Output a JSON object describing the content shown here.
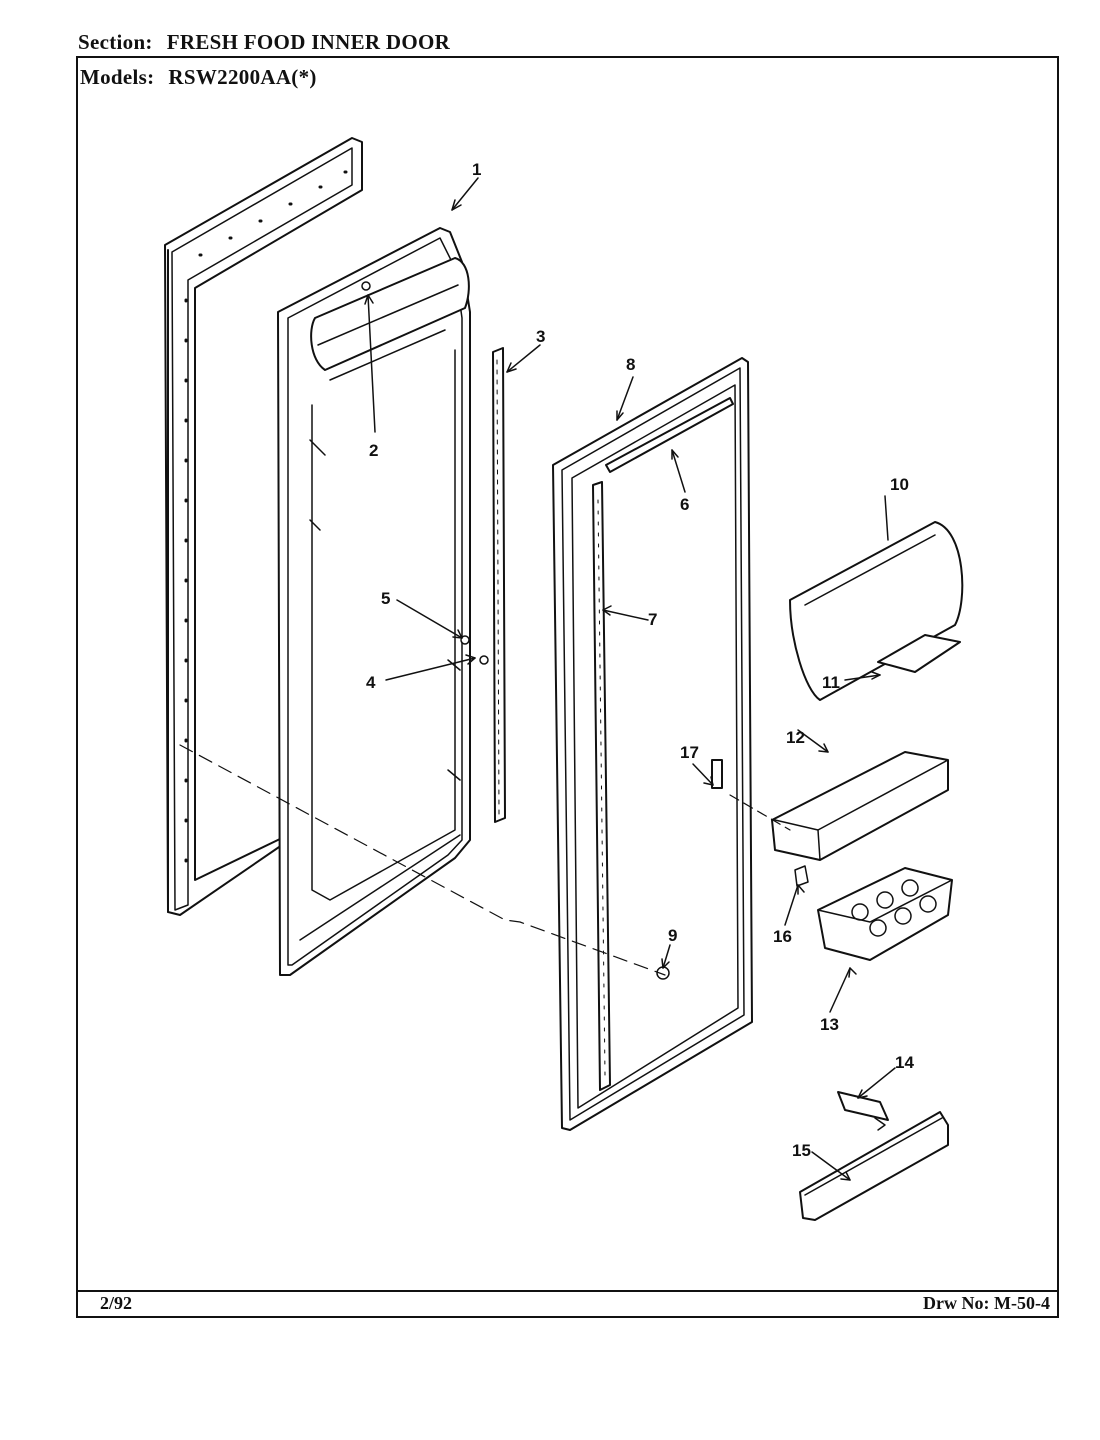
{
  "header": {
    "section_label": "Section:",
    "section_title": "FRESH FOOD INNER DOOR",
    "models_label": "Models:",
    "models_value": "RSW2200AA(*)"
  },
  "footer": {
    "date": "2/92",
    "drawing_number": "Drw No: M-50-4"
  },
  "callouts": [
    "1",
    "2",
    "3",
    "4",
    "5",
    "6",
    "7",
    "8",
    "9",
    "10",
    "11",
    "12",
    "13",
    "14",
    "15",
    "16",
    "17"
  ]
}
